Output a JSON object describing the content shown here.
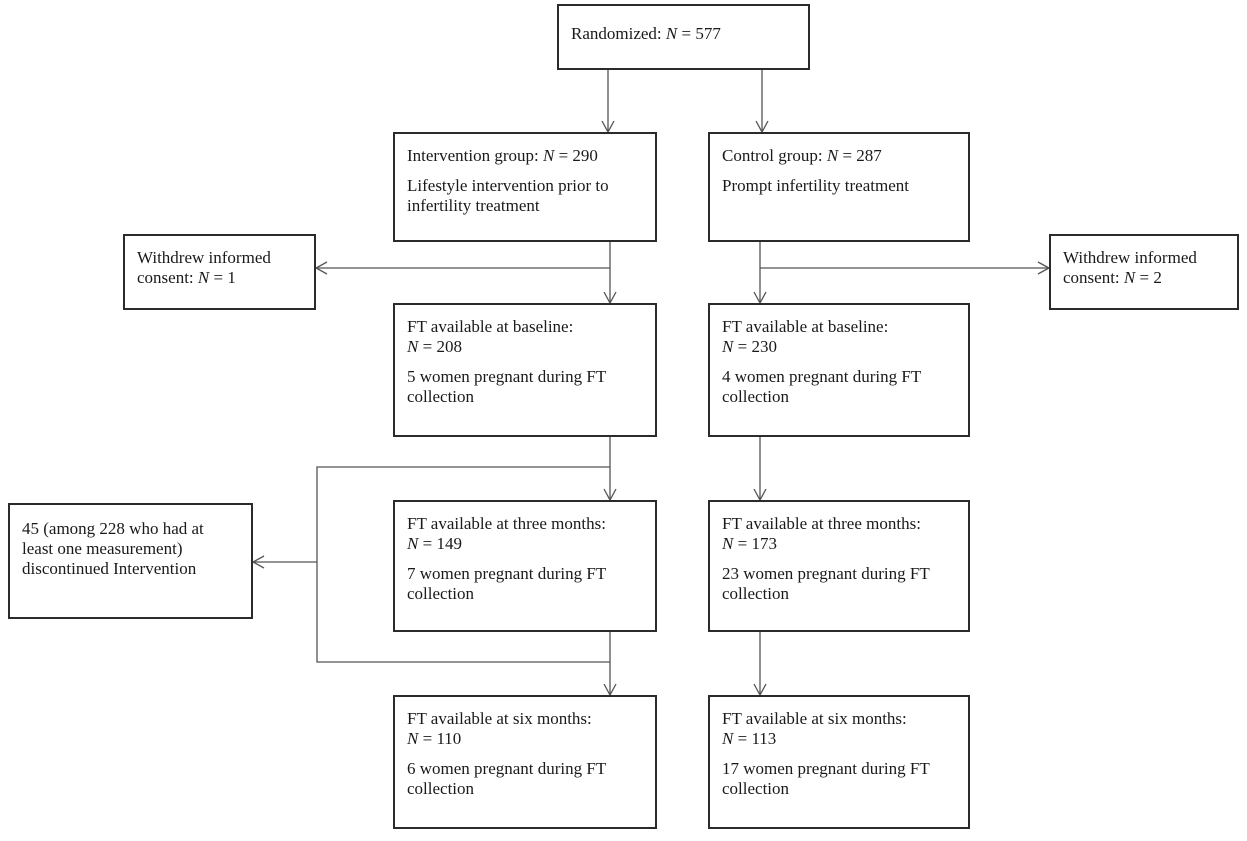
{
  "randomized": {
    "label": "Randomized: ",
    "n_symbol": "N",
    "eq": " = ",
    "n": "577"
  },
  "intervention_group": {
    "label": "Intervention group: ",
    "n_symbol": "N",
    "eq": " = ",
    "n": "290",
    "description": "Lifestyle intervention prior to infertility treatment"
  },
  "control_group": {
    "label": "Control group: ",
    "n_symbol": "N",
    "eq": " = ",
    "n": "287",
    "description": "Prompt infertility treatment"
  },
  "withdrew_left": {
    "label": "Withdrew informed consent: ",
    "n_symbol": "N",
    "eq": " = ",
    "n": "1"
  },
  "withdrew_right": {
    "label": "Withdrew informed consent: ",
    "n_symbol": "N",
    "eq": " = ",
    "n": "2"
  },
  "intervention_baseline": {
    "label": "FT available at baseline:",
    "n_symbol": "N",
    "eq": " = ",
    "n": "208",
    "pregnant": "5 women pregnant during FT collection"
  },
  "control_baseline": {
    "label": "FT available at baseline:",
    "n_symbol": "N",
    "eq": " = ",
    "n": "230",
    "pregnant": "4 women pregnant during FT collection"
  },
  "discontinued": {
    "text": "45 (among 228 who had at least one measurement) discontinued Intervention"
  },
  "intervention_three_months": {
    "label": "FT available at three months:",
    "n_symbol": "N",
    "eq": " = ",
    "n": "149",
    "pregnant": "7 women pregnant during FT collection"
  },
  "control_three_months": {
    "label": "FT available at three months:",
    "n_symbol": "N",
    "eq": " = ",
    "n": "173",
    "pregnant": "23 women pregnant during FT collection"
  },
  "intervention_six_months": {
    "label": "FT available at six months:",
    "n_symbol": "N",
    "eq": " = ",
    "n": "110",
    "pregnant": "6 women pregnant during FT collection"
  },
  "control_six_months": {
    "label": "FT available at six months:",
    "n_symbol": "N",
    "eq": " = ",
    "n": "113",
    "pregnant": "17 women pregnant during FT collection"
  }
}
